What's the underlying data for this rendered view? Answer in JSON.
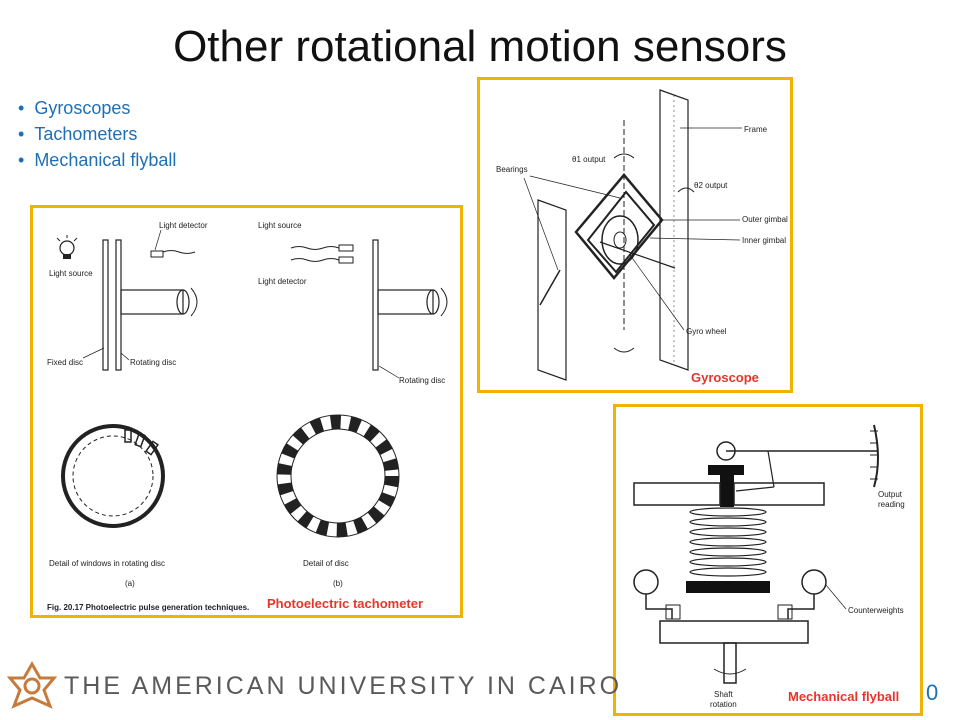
{
  "slide": {
    "title": "Other rotational motion sensors",
    "bullets": [
      "Gyroscopes",
      "Tachometers",
      "Mechanical flyball"
    ],
    "slide_number": "0"
  },
  "footer": {
    "institution": "THE AMERICAN UNIVERSITY IN CAIRO"
  },
  "tachometer": {
    "caption": "Photoelectric tachometer",
    "labels": {
      "light_detector": "Light detector",
      "light_source": "Light source",
      "light_source_b": "Light source",
      "light_detector_b": "Light detector",
      "fixed_disc": "Fixed disc",
      "rotating_disc": "Rotating disc",
      "rotating_disc_b": "Rotating disc",
      "detail_windows": "Detail of windows in rotating disc",
      "detail_disc": "Detail of disc",
      "sub_a": "(a)",
      "sub_b": "(b)",
      "fig": "Fig. 20.17  Photoelectric pulse generation techniques."
    }
  },
  "gyroscope": {
    "caption": "Gyroscope",
    "labels": {
      "frame": "Frame",
      "bearings": "Bearings",
      "theta1": "θ1 output",
      "theta2": "θ2 output",
      "outer_gimbal": "Outer gimbal",
      "inner_gimbal": "Inner gimbal",
      "gyro_wheel": "Gyro wheel"
    }
  },
  "flyball": {
    "caption": "Mechanical flyball",
    "labels": {
      "output_reading_1": "Output",
      "output_reading_2": "reading",
      "counterweights": "Counterweights",
      "shaft_1": "Shaft",
      "shaft_2": "rotation"
    }
  }
}
